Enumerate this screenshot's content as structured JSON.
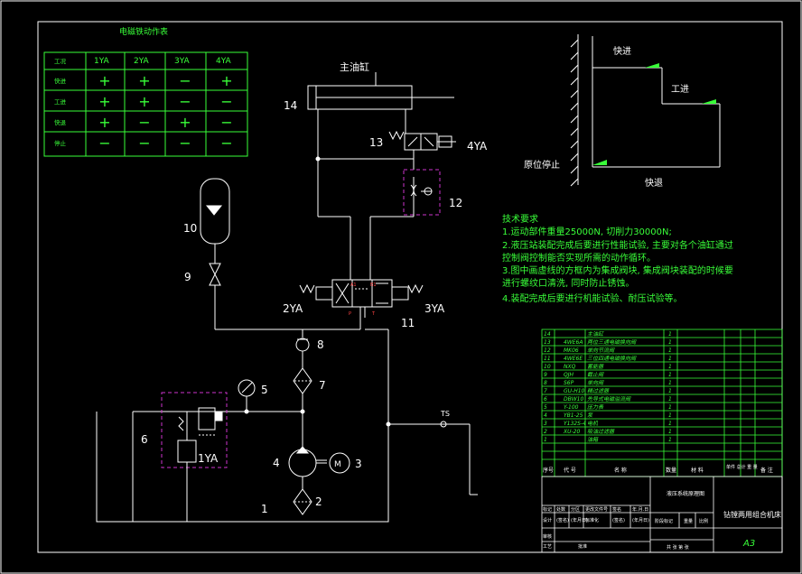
{
  "colors": {
    "background": "#000000",
    "lines": "#ffffff",
    "annotation": "#39ff39",
    "dashed_box": "#cc33cc"
  },
  "action_table": {
    "title": "电磁铁动作表",
    "headers": [
      "工况",
      "1YA",
      "2YA",
      "3YA",
      "4YA"
    ],
    "rows": [
      {
        "label": "快进",
        "cells": [
          "+",
          "+",
          "−",
          "+"
        ]
      },
      {
        "label": "工进",
        "cells": [
          "+",
          "+",
          "−",
          "−"
        ]
      },
      {
        "label": "快退",
        "cells": [
          "+",
          "−",
          "+",
          "−"
        ]
      },
      {
        "label": "停止",
        "cells": [
          "−",
          "−",
          "−",
          "−"
        ]
      }
    ]
  },
  "schematic": {
    "cylinder_label": "主油缸",
    "component_numbers": [
      "1",
      "2",
      "3",
      "4",
      "5",
      "6",
      "7",
      "8",
      "9",
      "10",
      "11",
      "12",
      "13",
      "14"
    ],
    "solenoid_labels": {
      "1YA": "1YA",
      "2YA": "2YA",
      "3YA": "3YA",
      "4YA": "4YA"
    },
    "port_labels": {
      "A1": "A1",
      "B1": "B1",
      "P": "P",
      "T": "T"
    },
    "tank_label": "TS",
    "motor_symbol": "M"
  },
  "motion_cycle": {
    "labels": [
      "快进",
      "工进",
      "快退",
      "原位停止"
    ]
  },
  "tech_requirements": {
    "title": "技术要求",
    "lines": [
      "1.运动部件重量25000N, 切削力30000N;",
      "2.液压站装配完成后要进行性能试验, 主要对各个油缸通过",
      "控制阀控制能否实现所需的动作循环。",
      "3.图中画虚线的方框内为集成阀块, 集成阀块装配的时候要",
      "进行螺纹口清洗, 同时防止锈蚀。",
      "4.装配完成后要进行机能试验、耐压试验等。"
    ]
  },
  "parts_list": {
    "rows": [
      {
        "no": "14",
        "code": "",
        "name": "主油缸",
        "qty": "1"
      },
      {
        "no": "13",
        "code": "4WE6A",
        "name": "两位三通电磁换向阀",
        "qty": "1"
      },
      {
        "no": "12",
        "code": "MK06",
        "name": "单向节流阀",
        "qty": "1"
      },
      {
        "no": "11",
        "code": "4WE6E",
        "name": "三位四通电磁换向阀",
        "qty": "1"
      },
      {
        "no": "10",
        "code": "NXQ",
        "name": "蓄能器",
        "qty": "1"
      },
      {
        "no": "9",
        "code": "QJH",
        "name": "截止阀",
        "qty": "1"
      },
      {
        "no": "8",
        "code": "S6P",
        "name": "单向阀",
        "qty": "1"
      },
      {
        "no": "7",
        "code": "GU-H10",
        "name": "精过滤器",
        "qty": "1"
      },
      {
        "no": "6",
        "code": "DBW10",
        "name": "先导式电磁溢流阀",
        "qty": "1"
      },
      {
        "no": "5",
        "code": "Y-100",
        "name": "压力表",
        "qty": "1"
      },
      {
        "no": "4",
        "code": "YB1-25",
        "name": "泵",
        "qty": "1"
      },
      {
        "no": "3",
        "code": "Y132S-4",
        "name": "电机",
        "qty": "1"
      },
      {
        "no": "2",
        "code": "XU-20",
        "name": "吸油过滤器",
        "qty": "1"
      },
      {
        "no": "1",
        "code": "",
        "name": "油箱",
        "qty": "1"
      }
    ],
    "header": {
      "no": "序号",
      "code": "代 号",
      "name": "名 称",
      "qty": "数量",
      "material": "材 料",
      "weight": "单件 总计 重 量",
      "remark": "备 注"
    }
  },
  "title_block": {
    "drawing_name": "液压系统原理图",
    "company": "钻镗两用组合机床",
    "size": "A3",
    "cells": [
      "标记",
      "处数",
      "分区",
      "更改文件号",
      "签名",
      "年.月.日",
      "设计",
      "(签名)",
      "(年月日)",
      "标准化",
      "(签名)",
      "(年月日)",
      "阶段标记",
      "重量",
      "比例",
      "审核",
      "工艺",
      "批准",
      "共 张 第 张"
    ]
  }
}
